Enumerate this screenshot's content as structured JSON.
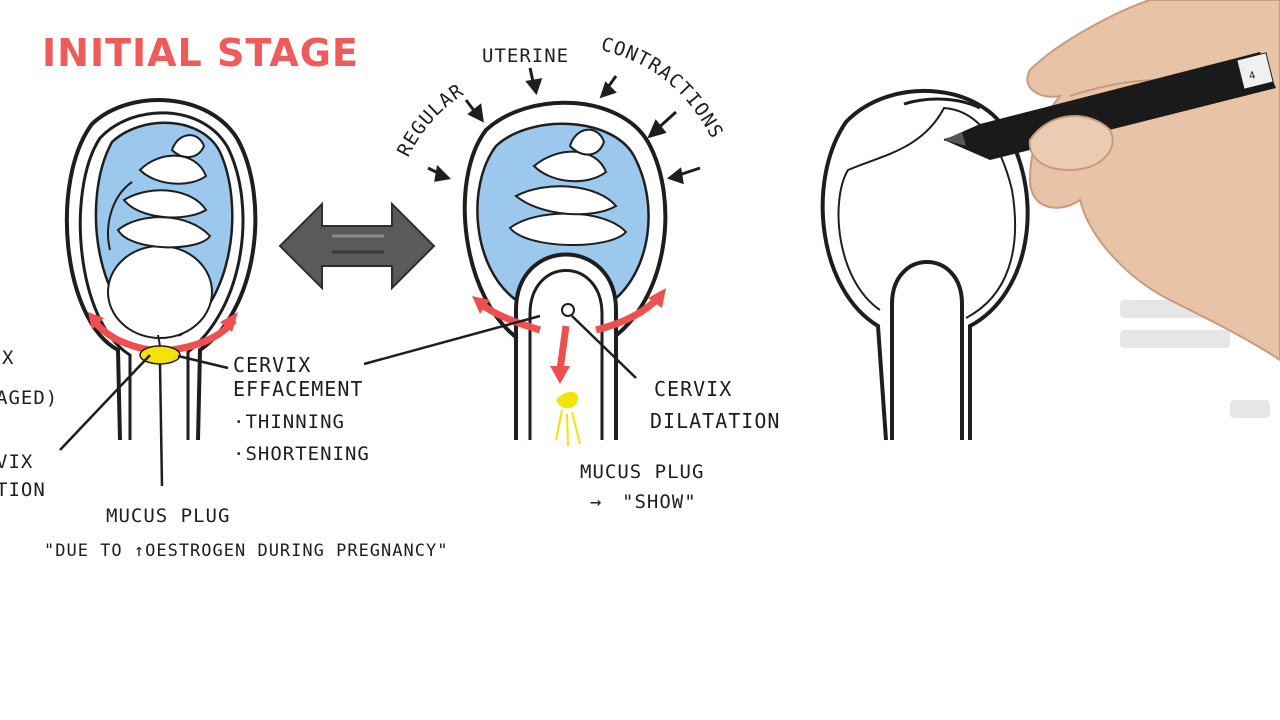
{
  "title": "INITIAL STAGE",
  "colors": {
    "title": "#ef5a5a",
    "ink": "#1e1e1e",
    "fluid": "#9cc8ee",
    "arrow_red": "#ee5050",
    "mucus": "#f5e20a",
    "double_arrow": "#5a5a5a",
    "skin": "#e8c3a8"
  },
  "icons": [
    "double-headed-arrow-icon",
    "pen-icon"
  ],
  "labels": {
    "left_partial_1": "X",
    "left_partial_2": "AGED)",
    "left_partial_3": "VIX",
    "left_partial_4": "TION",
    "effacement_1": "CERVIX",
    "effacement_2": "EFFACEMENT",
    "effacement_3": "·THINNING",
    "effacement_4": "·SHORTENING",
    "mucus_plug_1": "MUCUS PLUG",
    "mucus_plug_note": "\"DUE TO ↑OESTROGEN DURING PREGNANCY\"",
    "contractions_word1": "REGULAR",
    "contractions_word2": "UTERINE",
    "contractions_word3": "CONTRACTIONS",
    "dilatation_1": "CERVIX",
    "dilatation_2": "DILATATION",
    "mucus_plug_2": "MUCUS PLUG",
    "show_arrow": "→",
    "show": "\"SHOW\"",
    "pen_text": "4"
  }
}
